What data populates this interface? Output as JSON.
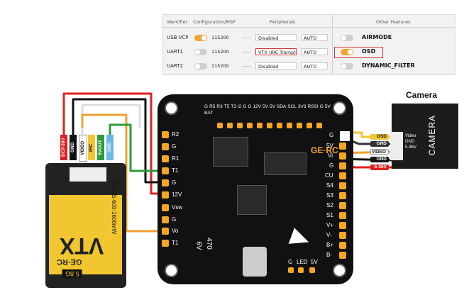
{
  "config_table": {
    "headers": {
      "identifier": "Identifier",
      "configuration": "Configuration/MSP",
      "peripherals": "Peripherals",
      "other_features": "Other Features"
    },
    "rows": [
      {
        "identifier": "USB VCP",
        "enabled": true,
        "baud": "115200",
        "dots": "......",
        "peripheral": "Disabled",
        "auto": "AUTO"
      },
      {
        "identifier": "UART1",
        "enabled": false,
        "baud": "115200",
        "dots": "......",
        "peripheral": "VTX (IRC Tramp)",
        "auto": "AUTO"
      },
      {
        "identifier": "UART2",
        "enabled": false,
        "baud": "115200",
        "dots": "......",
        "peripheral": "Disabled",
        "auto": "AUTO"
      }
    ],
    "features": [
      {
        "label": "AIRMODE",
        "enabled": false
      },
      {
        "label": "OSD",
        "enabled": true
      },
      {
        "label": "DYNAMIC_FILTER",
        "enabled": false
      }
    ]
  },
  "board": {
    "brand": "GE·RC",
    "left_pads": [
      "R2",
      "G",
      "R1",
      "T1",
      "G",
      "12V",
      "Vsw",
      "G",
      "Vo",
      "T1"
    ],
    "right_pads": [
      "G",
      "5V",
      "Vi",
      "G",
      "CU",
      "S4",
      "S3",
      "S2",
      "S1",
      "V+",
      "V-",
      "B+",
      "B-"
    ],
    "top_labels": [
      "G",
      "R5",
      "R3",
      "T5",
      "T3",
      "I2",
      "G",
      "G",
      "12V",
      "5V",
      "5V",
      "SDA",
      "SCL",
      "3V3",
      "RSSI",
      "G",
      "5V",
      "BAT"
    ],
    "bottom_labels": [
      "G",
      "LED",
      "5V"
    ],
    "cap_label_1": "470",
    "cap_label_2": "6V"
  },
  "vtx": {
    "wires": [
      "DC7-36V",
      "GND",
      "VIDEO",
      "IRC",
      "5VOUT",
      "GND"
    ],
    "wire_colors": [
      "#e02020",
      "#111111",
      "#ffffff",
      "#f1c630",
      "#2a9d3a",
      "#6bb7e6"
    ],
    "model": "PIL-2S-600-1600mW",
    "band": "5.8G",
    "label": "VTX",
    "brand": "GE·RC"
  },
  "camera": {
    "title": "Camera",
    "label": "CAMERA",
    "pins": [
      "Video",
      "GND",
      "5-36V"
    ],
    "wire_tags": [
      "OSD",
      "GND",
      "VIDEO",
      "GND",
      "5-36V"
    ],
    "wire_tag_colors": [
      "#f1c630",
      "#333333",
      "#ffffff",
      "#111111",
      "#e02020"
    ]
  }
}
